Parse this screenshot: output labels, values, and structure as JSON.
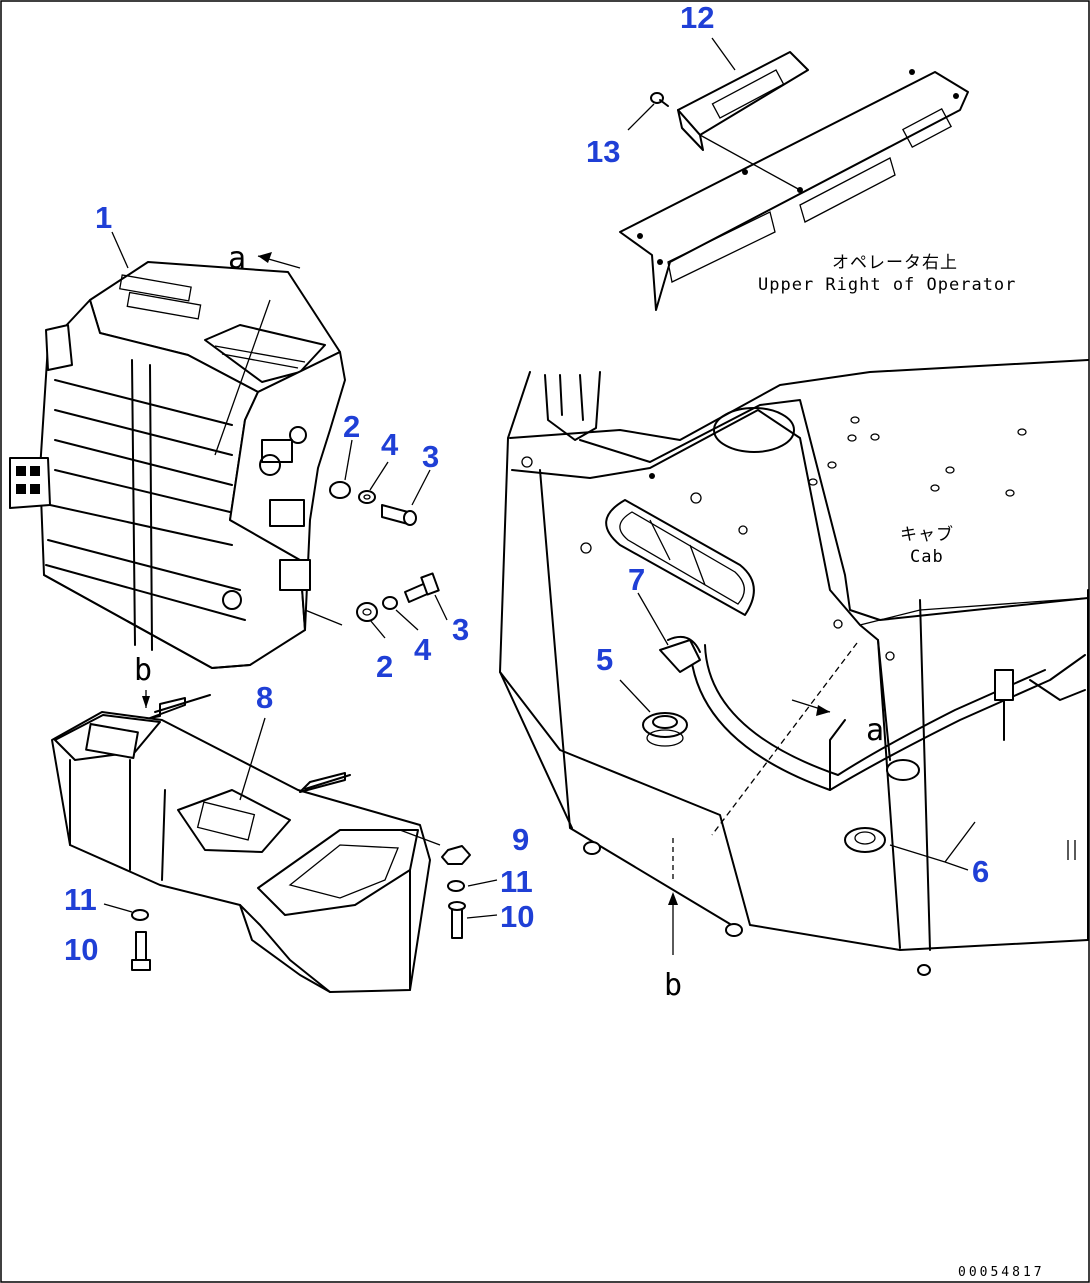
{
  "callouts": {
    "c1": "1",
    "c2a": "2",
    "c2b": "2",
    "c3a": "3",
    "c3b": "3",
    "c4a": "4",
    "c4b": "4",
    "c5": "5",
    "c6": "6",
    "c7": "7",
    "c8": "8",
    "c9": "9",
    "c10a": "10",
    "c10b": "10",
    "c11a": "11",
    "c11b": "11",
    "c12": "12",
    "c13": "13"
  },
  "view_letters": {
    "a_top": "a",
    "a_cab": "a",
    "b_unit": "b",
    "b_cab": "b"
  },
  "annotations": {
    "upper_right_jp": "オペレータ右上",
    "upper_right_en": "Upper Right of Operator",
    "cab_jp": "キャブ",
    "cab_en": "Cab"
  },
  "drawing_id": "00054817"
}
